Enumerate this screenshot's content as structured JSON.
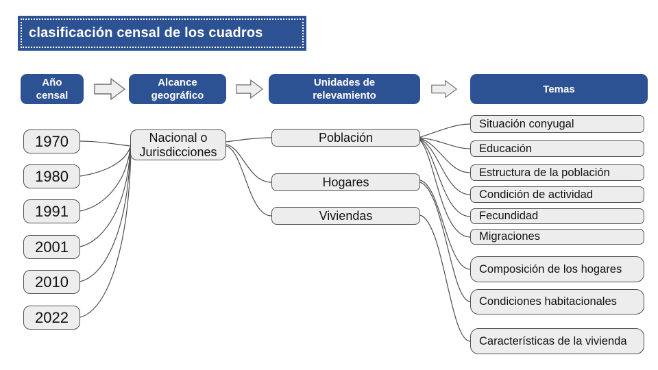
{
  "title": "clasificación censal de los cuadros",
  "colors": {
    "primary_blue": "#2d5294",
    "box_fill": "#ededed",
    "box_border": "#4f4f4f",
    "connector_line": "#4d4d4d",
    "arrow_fill": "#efefef",
    "title_text": "#ffffff"
  },
  "flow_headers": [
    "Año censal",
    "Alcance geográfico",
    "Unidades de relevamiento",
    "Temas"
  ],
  "years": [
    "1970",
    "1980",
    "1991",
    "2001",
    "2010",
    "2022"
  ],
  "geographic_scope": "Nacional o Jurisdicciones",
  "survey_units": [
    "Población",
    "Hogares",
    "Viviendas"
  ],
  "temas": [
    "Situación conyugal",
    "Educación",
    "Estructura de la población",
    "Condición de actividad",
    "Fecundidad",
    "Migraciones",
    "Composición de los hogares",
    "Condiciones habitacionales",
    "Características de la vivienda"
  ],
  "connections": [
    {
      "from": "1970",
      "to": "Nacional o Jurisdicciones"
    },
    {
      "from": "1980",
      "to": "Nacional o Jurisdicciones"
    },
    {
      "from": "1991",
      "to": "Nacional o Jurisdicciones"
    },
    {
      "from": "2001",
      "to": "Nacional o Jurisdicciones"
    },
    {
      "from": "2010",
      "to": "Nacional o Jurisdicciones"
    },
    {
      "from": "2022",
      "to": "Nacional o Jurisdicciones"
    },
    {
      "from": "Nacional o Jurisdicciones",
      "to": "Población"
    },
    {
      "from": "Nacional o Jurisdicciones",
      "to": "Hogares"
    },
    {
      "from": "Nacional o Jurisdicciones",
      "to": "Viviendas"
    },
    {
      "from": "Población",
      "to": "Situación conyugal"
    },
    {
      "from": "Población",
      "to": "Educación"
    },
    {
      "from": "Población",
      "to": "Estructura de la población"
    },
    {
      "from": "Población",
      "to": "Condición de actividad"
    },
    {
      "from": "Población",
      "to": "Fecundidad"
    },
    {
      "from": "Población",
      "to": "Migraciones"
    },
    {
      "from": "Hogares",
      "to": "Composición de los hogares"
    },
    {
      "from": "Hogares",
      "to": "Condiciones habitacionales"
    },
    {
      "from": "Viviendas",
      "to": "Características de la vivienda"
    }
  ]
}
